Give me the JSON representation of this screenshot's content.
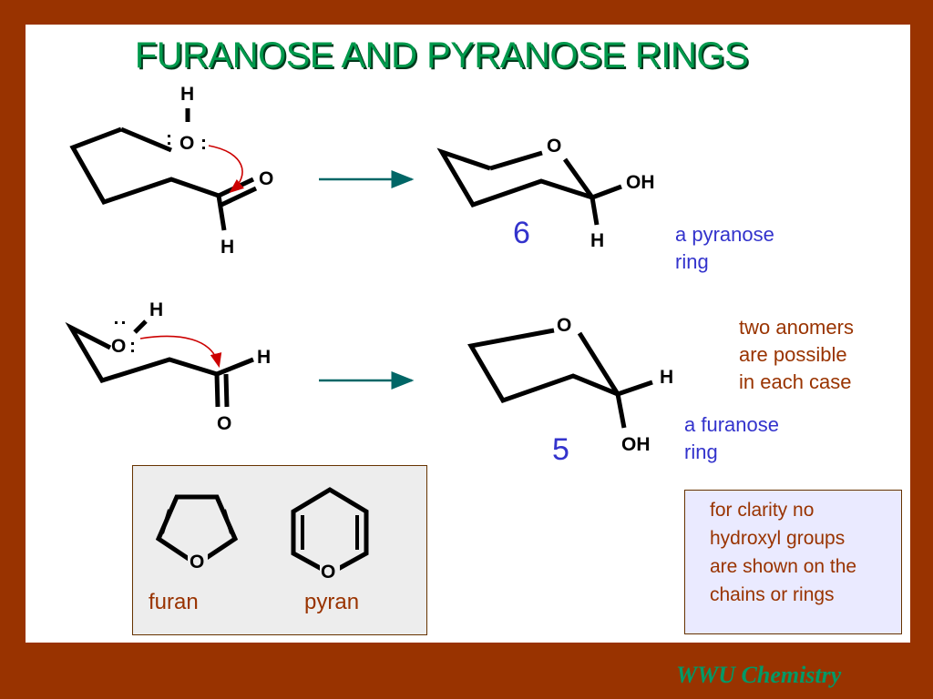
{
  "title": "FURANOSE AND PYRANOSE RINGS",
  "atoms": {
    "H": "H",
    "O": "O",
    "OH": "OH",
    "lone_pair": ":"
  },
  "ring_numbers": {
    "pyranose": "6",
    "furanose": "5"
  },
  "labels": {
    "pyranose_line1": "a pyranose",
    "pyranose_line2": "ring",
    "anomers_line1": "two anomers",
    "anomers_line2": "are possible",
    "anomers_line3": "in each case",
    "furanose_line1": "a furanose",
    "furanose_line2": "ring"
  },
  "heterocycles": {
    "furan": "furan",
    "pyran": "pyran"
  },
  "note": {
    "line1": "for clarity no",
    "line2": "hydroxyl groups",
    "line3": "are shown on the",
    "line4": "chains or rings"
  },
  "footer": "WWU Chemistry",
  "colors": {
    "background": "#993300",
    "title": "#00994c",
    "arrow": "#006666",
    "curved_arrow": "#cc0000",
    "blue_text": "#3333cc",
    "brown_text": "#993300",
    "note_box": "#eaeaff",
    "footer": "#009966"
  }
}
